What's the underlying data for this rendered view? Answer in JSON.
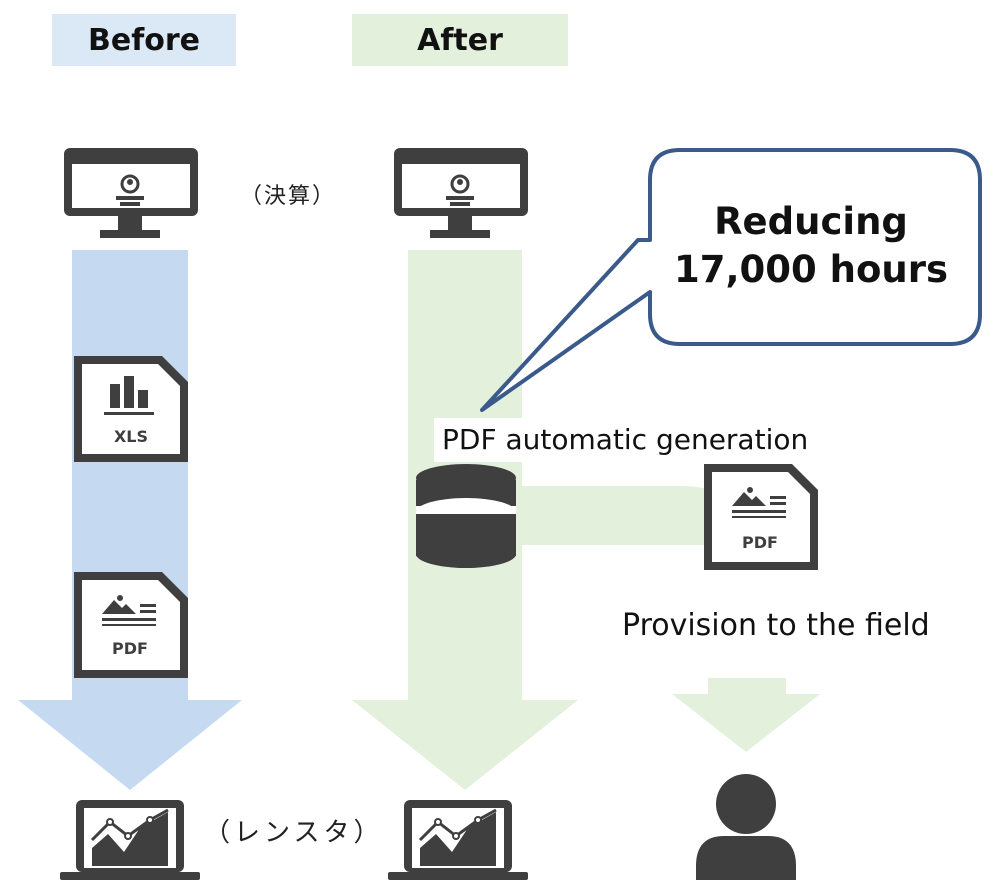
{
  "headers": {
    "before": "Before",
    "after": "After"
  },
  "callout": {
    "line1": "Reducing",
    "line2": "17,000 hours"
  },
  "labels": {
    "pdf_generation": "PDF automatic generation",
    "provision": "Provision to the field",
    "jp_upper": "（決算）",
    "jp_lower": "（レンスタ）"
  },
  "icons": {
    "xls": "XLS",
    "pdf": "PDF"
  },
  "colors": {
    "before_flow": "#c5daf1",
    "after_flow": "#e3f0dc",
    "icon_dark": "#3f3f3f",
    "callout_border": "#3a5a8c"
  }
}
